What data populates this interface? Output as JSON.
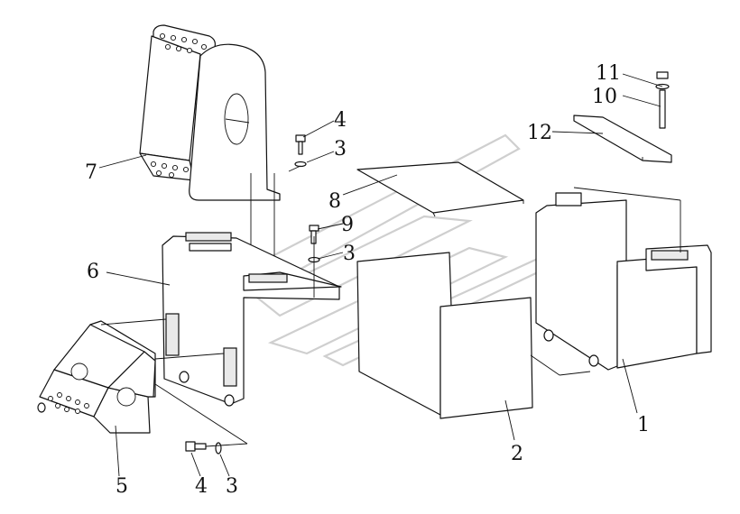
{
  "colors": {
    "line": "#111111",
    "watermark": "#cfcfcf",
    "background": "#ffffff"
  },
  "callouts": [
    {
      "id": "c1",
      "text": "1"
    },
    {
      "id": "c2",
      "text": "2"
    },
    {
      "id": "c3a",
      "text": "3"
    },
    {
      "id": "c3b",
      "text": "3"
    },
    {
      "id": "c3c",
      "text": "3"
    },
    {
      "id": "c4a",
      "text": "4"
    },
    {
      "id": "c4b",
      "text": "4"
    },
    {
      "id": "c5",
      "text": "5"
    },
    {
      "id": "c6",
      "text": "6"
    },
    {
      "id": "c7",
      "text": "7"
    },
    {
      "id": "c8",
      "text": "8"
    },
    {
      "id": "c9",
      "text": "9"
    },
    {
      "id": "c10",
      "text": "10"
    },
    {
      "id": "c11",
      "text": "11"
    },
    {
      "id": "c12",
      "text": "12"
    }
  ]
}
